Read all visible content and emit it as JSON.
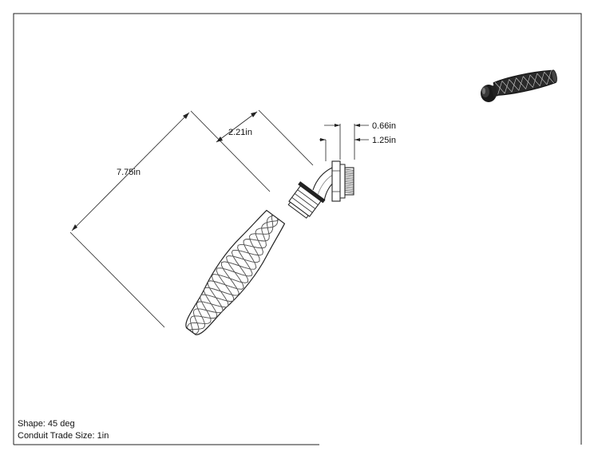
{
  "dimensions": {
    "overall_length": "7.75in",
    "fitting_length": "2.21in",
    "thread_length": "0.66in",
    "thread_diameter": "1.25in"
  },
  "info": {
    "shape": "Shape: 45 deg",
    "trade_size": "Conduit Trade Size: 1in"
  },
  "colors": {
    "line": "#222222",
    "mesh": "#555555",
    "thumbnail": "#1a1a1a"
  },
  "thumbnail": {
    "icon": "strain-relief-grip-thumbnail-icon"
  }
}
